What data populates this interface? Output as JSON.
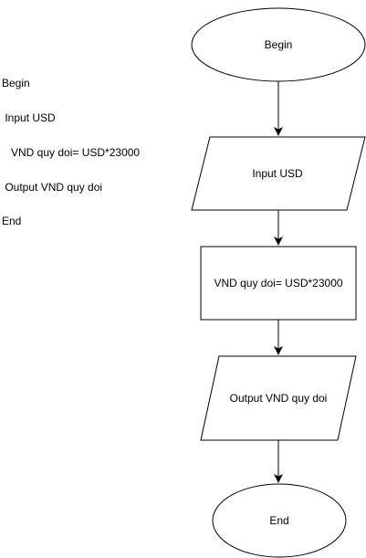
{
  "pseudocode": {
    "lines": [
      "Begin",
      " Input USD",
      "   VND quy doi= USD*23000",
      " Output VND quy doi",
      "End"
    ]
  },
  "flowchart": {
    "start_label": "Begin",
    "input_label": "Input USD",
    "process_label": "VND quy doi= USD*23000",
    "output_label": "Output VND quy doi",
    "end_label": "End"
  },
  "colors": {
    "stroke": "#000000",
    "fill": "#ffffff",
    "text": "#000000"
  }
}
